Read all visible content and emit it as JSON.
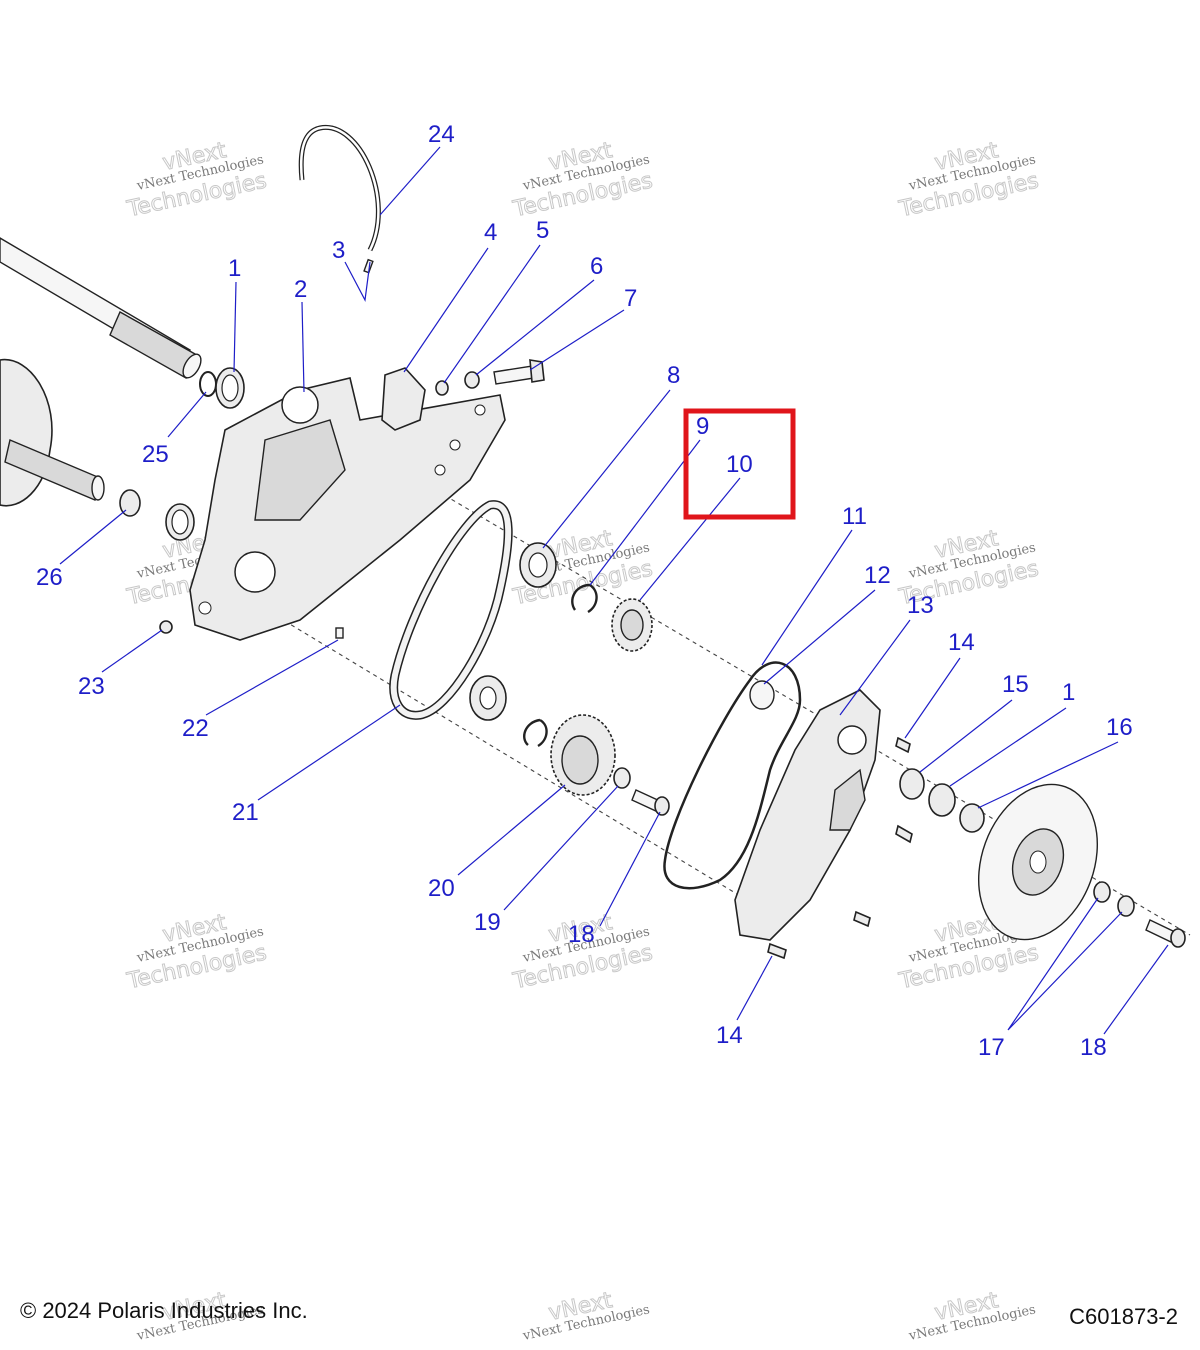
{
  "footer": {
    "copyright": "© 2024 Polaris Industries Inc.",
    "drawing_id": "C601873-2"
  },
  "watermark": {
    "line1": "vNext Technologies",
    "line2": "vNext",
    "line3": "Technologies"
  },
  "highlight_color": "#e0151b",
  "callout_color": "#1e1ec8",
  "callouts": {
    "c1a": "1",
    "c1b": "1",
    "c2": "2",
    "c3": "3",
    "c4": "4",
    "c5": "5",
    "c6": "6",
    "c7": "7",
    "c8": "8",
    "c9": "9",
    "c10": "10",
    "c11": "11",
    "c12": "12",
    "c13": "13",
    "c14a": "14",
    "c14b": "14",
    "c15": "15",
    "c16": "16",
    "c17": "17",
    "c18a": "18",
    "c18b": "18",
    "c19": "19",
    "c20": "20",
    "c21": "21",
    "c22": "22",
    "c23": "23",
    "c24": "24",
    "c25": "25",
    "c26": "26"
  }
}
